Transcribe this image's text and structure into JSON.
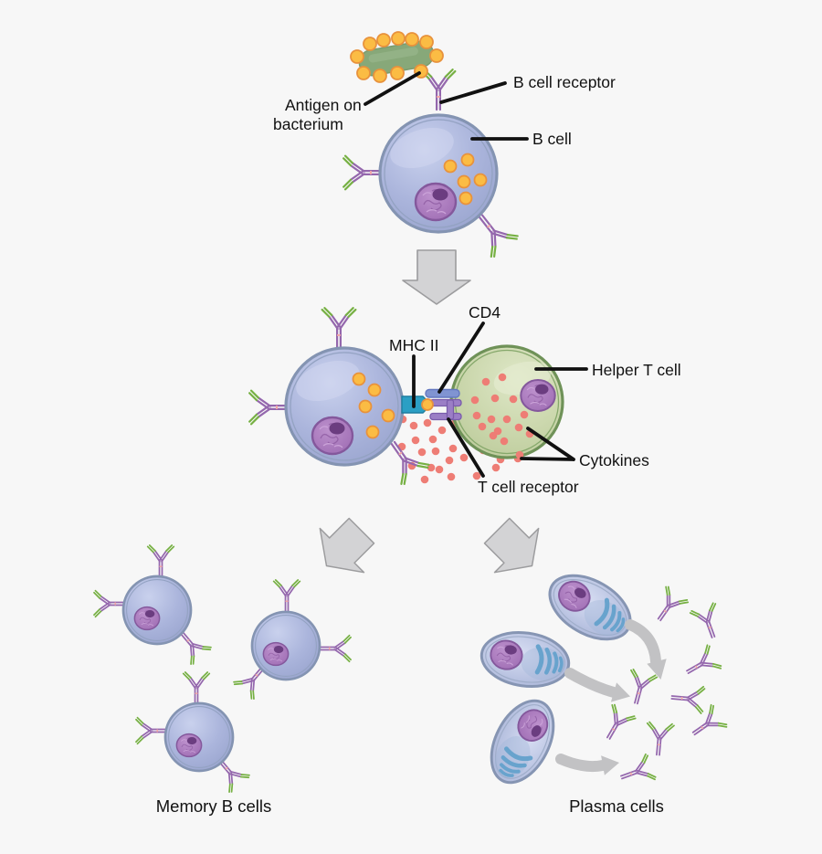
{
  "diagram": {
    "background": "#f7f7f7",
    "labels": {
      "antigen_line1": "Antigen on",
      "antigen_line2": "bacterium",
      "b_cell_receptor": "B cell receptor",
      "b_cell": "B cell",
      "cd4": "CD4",
      "mhc_ii": "MHC II",
      "helper_t_cell": "Helper T cell",
      "cytokines": "Cytokines",
      "t_cell_receptor": "T cell receptor",
      "memory_b_cells": "Memory B cells",
      "plasma_cells": "Plasma cells"
    },
    "colors": {
      "background": "#f7f7f7",
      "b_cell_fill": "#abb5dc",
      "b_cell_membrane": "#8494b2",
      "nucleus_fill": "#a875bb",
      "nucleus_border": "#84589c",
      "nucleolus": "#6b3d80",
      "antigen_dot": "#fbbc44",
      "antigen_dot_border": "#e8923c",
      "bacterium_fill": "#87a879",
      "helper_t_fill": "#ccd8ae",
      "helper_t_border": "#6f9258",
      "cytokine_dot": "#ee7d75",
      "mhc_ii_fill": "#2b9fc4",
      "cd4_fill": "#8094d2",
      "t_cell_receptor_fill": "#9b7ec6",
      "antibody_purple": "#9467ad",
      "antibody_green": "#76b043",
      "plasma_cell_fill": "#b7c1e0",
      "er_stripes": "#68a3cd",
      "flow_arrow_fill": "#d3d3d5",
      "flow_arrow_border": "#9c9c9e",
      "secretion_arrow": "#c2c2c4",
      "label_text": "#000000"
    }
  }
}
